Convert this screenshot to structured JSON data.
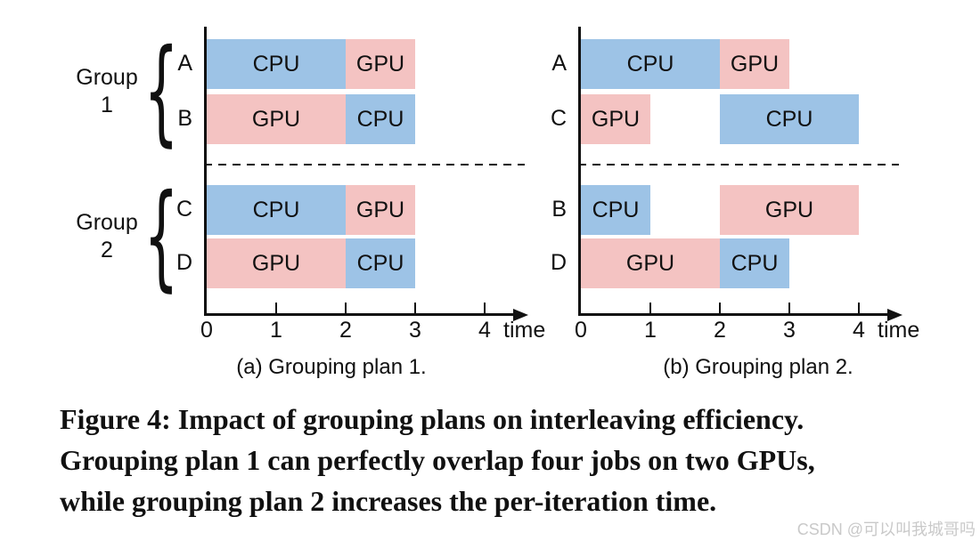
{
  "figure": {
    "caption_lines": [
      "Figure 4: Impact of grouping plans on interleaving efficiency.",
      "Grouping plan 1 can perfectly overlap four jobs on two GPUs,",
      "while grouping plan 2 increases the per-iteration time."
    ],
    "watermark": "CSDN @可以叫我城哥吗"
  },
  "palette": {
    "cpu": "#9DC3E6",
    "gpu": "#F4C3C2",
    "ink": "#111111",
    "watermark": "#C9C9C9"
  },
  "chart_data": [
    {
      "type": "gantt",
      "title": "(a) Grouping plan 1.",
      "xlabel": "time",
      "xticks": [
        "0",
        "1",
        "2",
        "3",
        "4"
      ],
      "xlim": [
        0,
        4.6
      ],
      "grid": false,
      "groups": [
        {
          "lines": [
            "Group",
            "1"
          ],
          "rows": [
            0,
            1
          ]
        },
        {
          "lines": [
            "Group",
            "2"
          ],
          "rows": [
            2,
            3
          ]
        }
      ],
      "separator_after_row": 1,
      "rows": [
        {
          "name": "A",
          "segments": [
            {
              "label": "CPU",
              "resource": "cpu",
              "start": 0,
              "end": 2
            },
            {
              "label": "GPU",
              "resource": "gpu",
              "start": 2,
              "end": 3
            }
          ]
        },
        {
          "name": "B",
          "segments": [
            {
              "label": "GPU",
              "resource": "gpu",
              "start": 0,
              "end": 2
            },
            {
              "label": "CPU",
              "resource": "cpu",
              "start": 2,
              "end": 3
            }
          ]
        },
        {
          "name": "C",
          "segments": [
            {
              "label": "CPU",
              "resource": "cpu",
              "start": 0,
              "end": 2
            },
            {
              "label": "GPU",
              "resource": "gpu",
              "start": 2,
              "end": 3
            }
          ]
        },
        {
          "name": "D",
          "segments": [
            {
              "label": "GPU",
              "resource": "gpu",
              "start": 0,
              "end": 2
            },
            {
              "label": "CPU",
              "resource": "cpu",
              "start": 2,
              "end": 3
            }
          ]
        }
      ]
    },
    {
      "type": "gantt",
      "title": "(b) Grouping plan 2.",
      "xlabel": "time",
      "xticks": [
        "0",
        "1",
        "2",
        "3",
        "4"
      ],
      "xlim": [
        0,
        4.6
      ],
      "grid": false,
      "groups": [],
      "separator_after_row": 1,
      "rows": [
        {
          "name": "A",
          "segments": [
            {
              "label": "CPU",
              "resource": "cpu",
              "start": 0,
              "end": 2
            },
            {
              "label": "GPU",
              "resource": "gpu",
              "start": 2,
              "end": 3
            }
          ]
        },
        {
          "name": "C",
          "segments": [
            {
              "label": "GPU",
              "resource": "gpu",
              "start": 0,
              "end": 1
            },
            {
              "label": "CPU",
              "resource": "cpu",
              "start": 2,
              "end": 4
            }
          ]
        },
        {
          "name": "B",
          "segments": [
            {
              "label": "CPU",
              "resource": "cpu",
              "start": 0,
              "end": 1
            },
            {
              "label": "GPU",
              "resource": "gpu",
              "start": 2,
              "end": 4
            }
          ]
        },
        {
          "name": "D",
          "segments": [
            {
              "label": "GPU",
              "resource": "gpu",
              "start": 0,
              "end": 2
            },
            {
              "label": "CPU",
              "resource": "cpu",
              "start": 2,
              "end": 3
            }
          ]
        }
      ]
    }
  ]
}
